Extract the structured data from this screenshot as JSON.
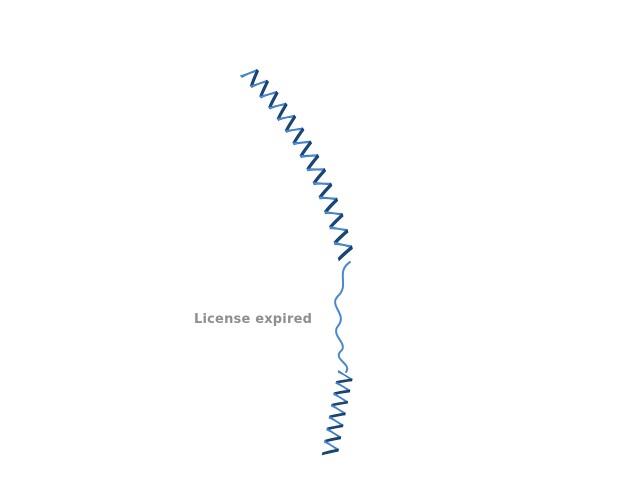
{
  "viewer": {
    "watermark": "License expired",
    "colors": {
      "helix_light": "#4f93dd",
      "helix_dark": "#17487f",
      "coil": "#4a88cc",
      "watermark": "#8f8f8f",
      "background": "#ffffff"
    },
    "structure": {
      "icon": "protein-ribbon-cartoon",
      "segments": [
        "alpha-helix",
        "coil",
        "alpha-helix"
      ]
    }
  }
}
